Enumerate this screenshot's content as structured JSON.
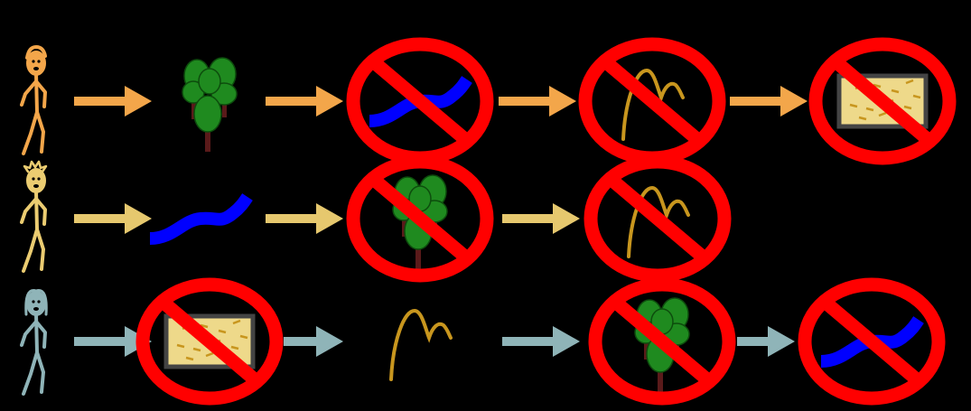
{
  "colors": {
    "background": "#000000",
    "row1_person": "#f3a64a",
    "row2_person": "#ebcc71",
    "row3_person": "#8fb4b8",
    "row1_arrow": "#f3a64a",
    "row2_arrow": "#e6c86e",
    "row3_arrow": "#8fb4b8",
    "prohibition": "#ff0000",
    "tree_green": "#1f8a1f",
    "tree_trunk": "#5a1a1a",
    "river": "#0000ff",
    "path": "#c8961e",
    "sandbox_fill": "#eed98a",
    "sandbox_border": "#444444"
  },
  "rows": [
    {
      "person": {
        "icon": "person-curly-hair-icon",
        "color_key": "row1_person"
      },
      "steps": [
        {
          "icon": "trees-icon",
          "blocked": false
        },
        {
          "icon": "river-icon",
          "blocked": true
        },
        {
          "icon": "path-icon",
          "blocked": true
        },
        {
          "icon": "sandbox-icon",
          "blocked": true
        }
      ]
    },
    {
      "person": {
        "icon": "person-spiky-hair-icon",
        "color_key": "row2_person"
      },
      "steps": [
        {
          "icon": "river-icon",
          "blocked": false
        },
        {
          "icon": "trees-icon",
          "blocked": true
        },
        {
          "icon": "path-icon",
          "blocked": true
        }
      ]
    },
    {
      "person": {
        "icon": "person-long-hair-icon",
        "color_key": "row3_person"
      },
      "steps": [
        {
          "icon": "sandbox-icon",
          "blocked": true
        },
        {
          "icon": "path-icon",
          "blocked": false
        },
        {
          "icon": "trees-icon",
          "blocked": true
        },
        {
          "icon": "river-icon",
          "blocked": true
        }
      ]
    }
  ]
}
